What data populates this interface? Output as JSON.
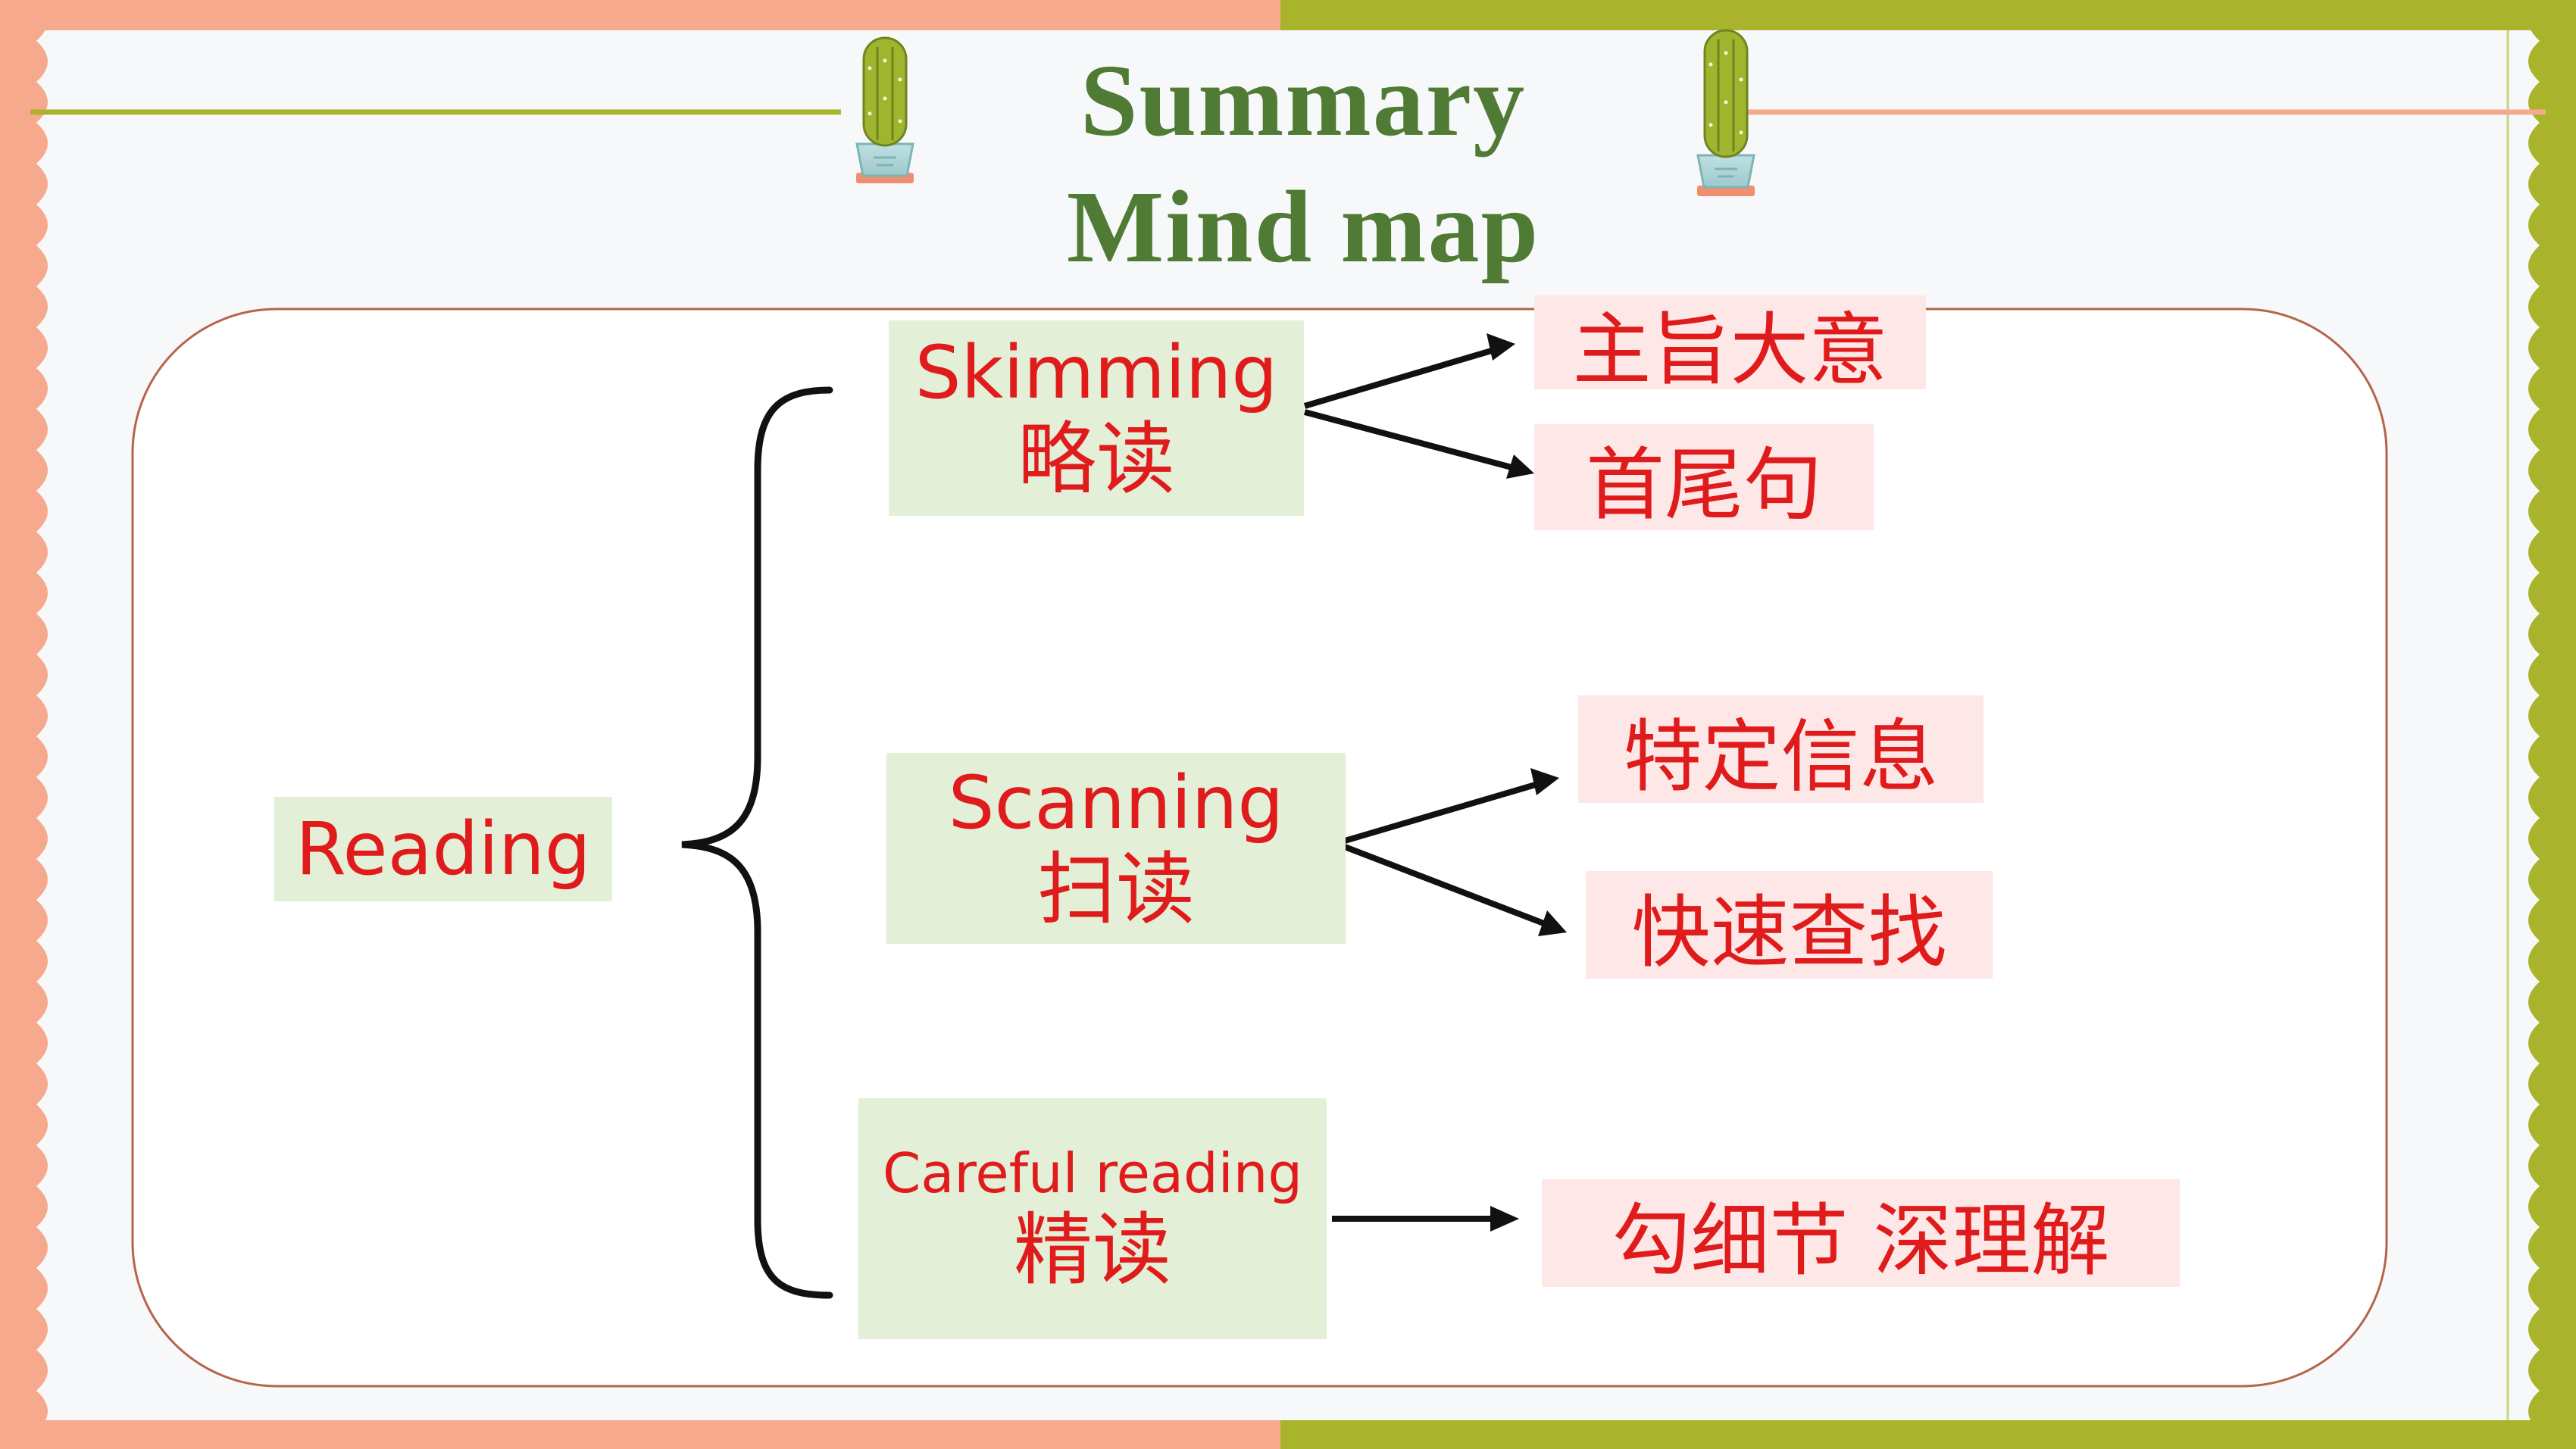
{
  "title": {
    "line1": "Summary",
    "line2": "Mind map"
  },
  "root": {
    "label": "Reading"
  },
  "branches": [
    {
      "en": "Skimming",
      "zh": "略读",
      "leaves": [
        "主旨大意",
        "首尾句"
      ]
    },
    {
      "en": "Scanning",
      "zh": "扫读",
      "leaves": [
        "特定信息",
        "快速查找"
      ]
    },
    {
      "en": "Careful reading",
      "zh": "精读",
      "leaves": [
        "勾细节 深理解"
      ]
    }
  ],
  "colors": {
    "title_green": "#4f7b35",
    "node_text_red": "#e01b1b",
    "branch_box_fill": "#e3efd7",
    "leaf_box_fill": "#fde7e7",
    "frame_salmon": "#f7a98e",
    "frame_olive": "#a9b32c"
  },
  "icons": [
    "cactus-pot-icon",
    "cactus-pot-icon"
  ]
}
